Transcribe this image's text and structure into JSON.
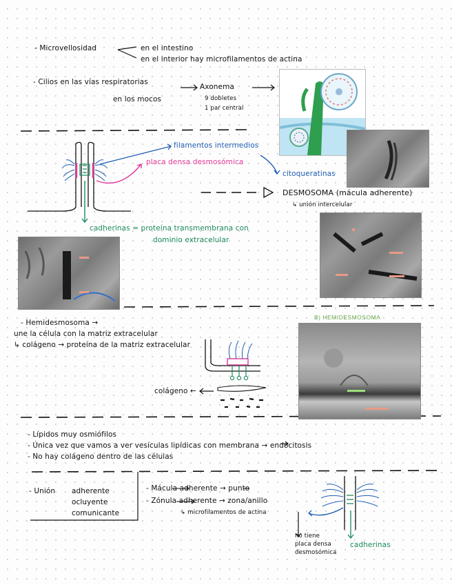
{
  "note": {
    "microvellosidad": "- Microvellosidad",
    "micro_a": "en el intestino",
    "micro_b": "en el interior hay microfilamentos de actina",
    "cilios": "- Cilios en las vías respiratorias",
    "cilios_mocos": "en los mocos",
    "axonema": "Axonema",
    "dobletes": "9 dobletes",
    "par_central": "1 par central",
    "filamentos": "filamentos intermedios",
    "placa": "placa densa desmosómica",
    "citoqueratinas": "citoqueratinas",
    "desmosoma": "DESMOSOMA (mácula adherente)",
    "union_intercelular": "↳ unión intercelular",
    "cadherinas_def": "cadherinas = proteína transmembrana con",
    "cadherinas_def2": "dominio extracelular",
    "hemidesmosoma": "- Hemidesmosoma →",
    "hemi_a": "une la célula con la matriz extracelular",
    "hemi_b": "↳ colágeno → proteína de la matriz extracelular",
    "hemi_title": "B) HEMIDESMOSOMA",
    "colageno": "colágeno ←",
    "lipidos": "- Lípidos muy osmiófilos",
    "unica_vez": "- Única vez que vamos a ver vesículas lipídicas con membrana → endocitosis",
    "no_colageno": "- No hay colágeno dentro de las células",
    "union": "- Unión",
    "adherente": "adherente",
    "ocluyente": "ocluyente",
    "comunicante": "comunicante",
    "macula": "- Mácula adherente → punto",
    "zonula": "- Zónula adherente → zona/anillo",
    "microfil": "↳ microfilamentos de actina",
    "no_tiene_1": "no tiene",
    "no_tiene_2": "placa densa",
    "no_tiene_3": "desmosómica",
    "cadherinas_bottom": "cadherinas"
  },
  "colors": {
    "blue": "#1f5fb3",
    "pink": "#e2379a",
    "green": "#1b8a5a",
    "ink": "#111111"
  }
}
